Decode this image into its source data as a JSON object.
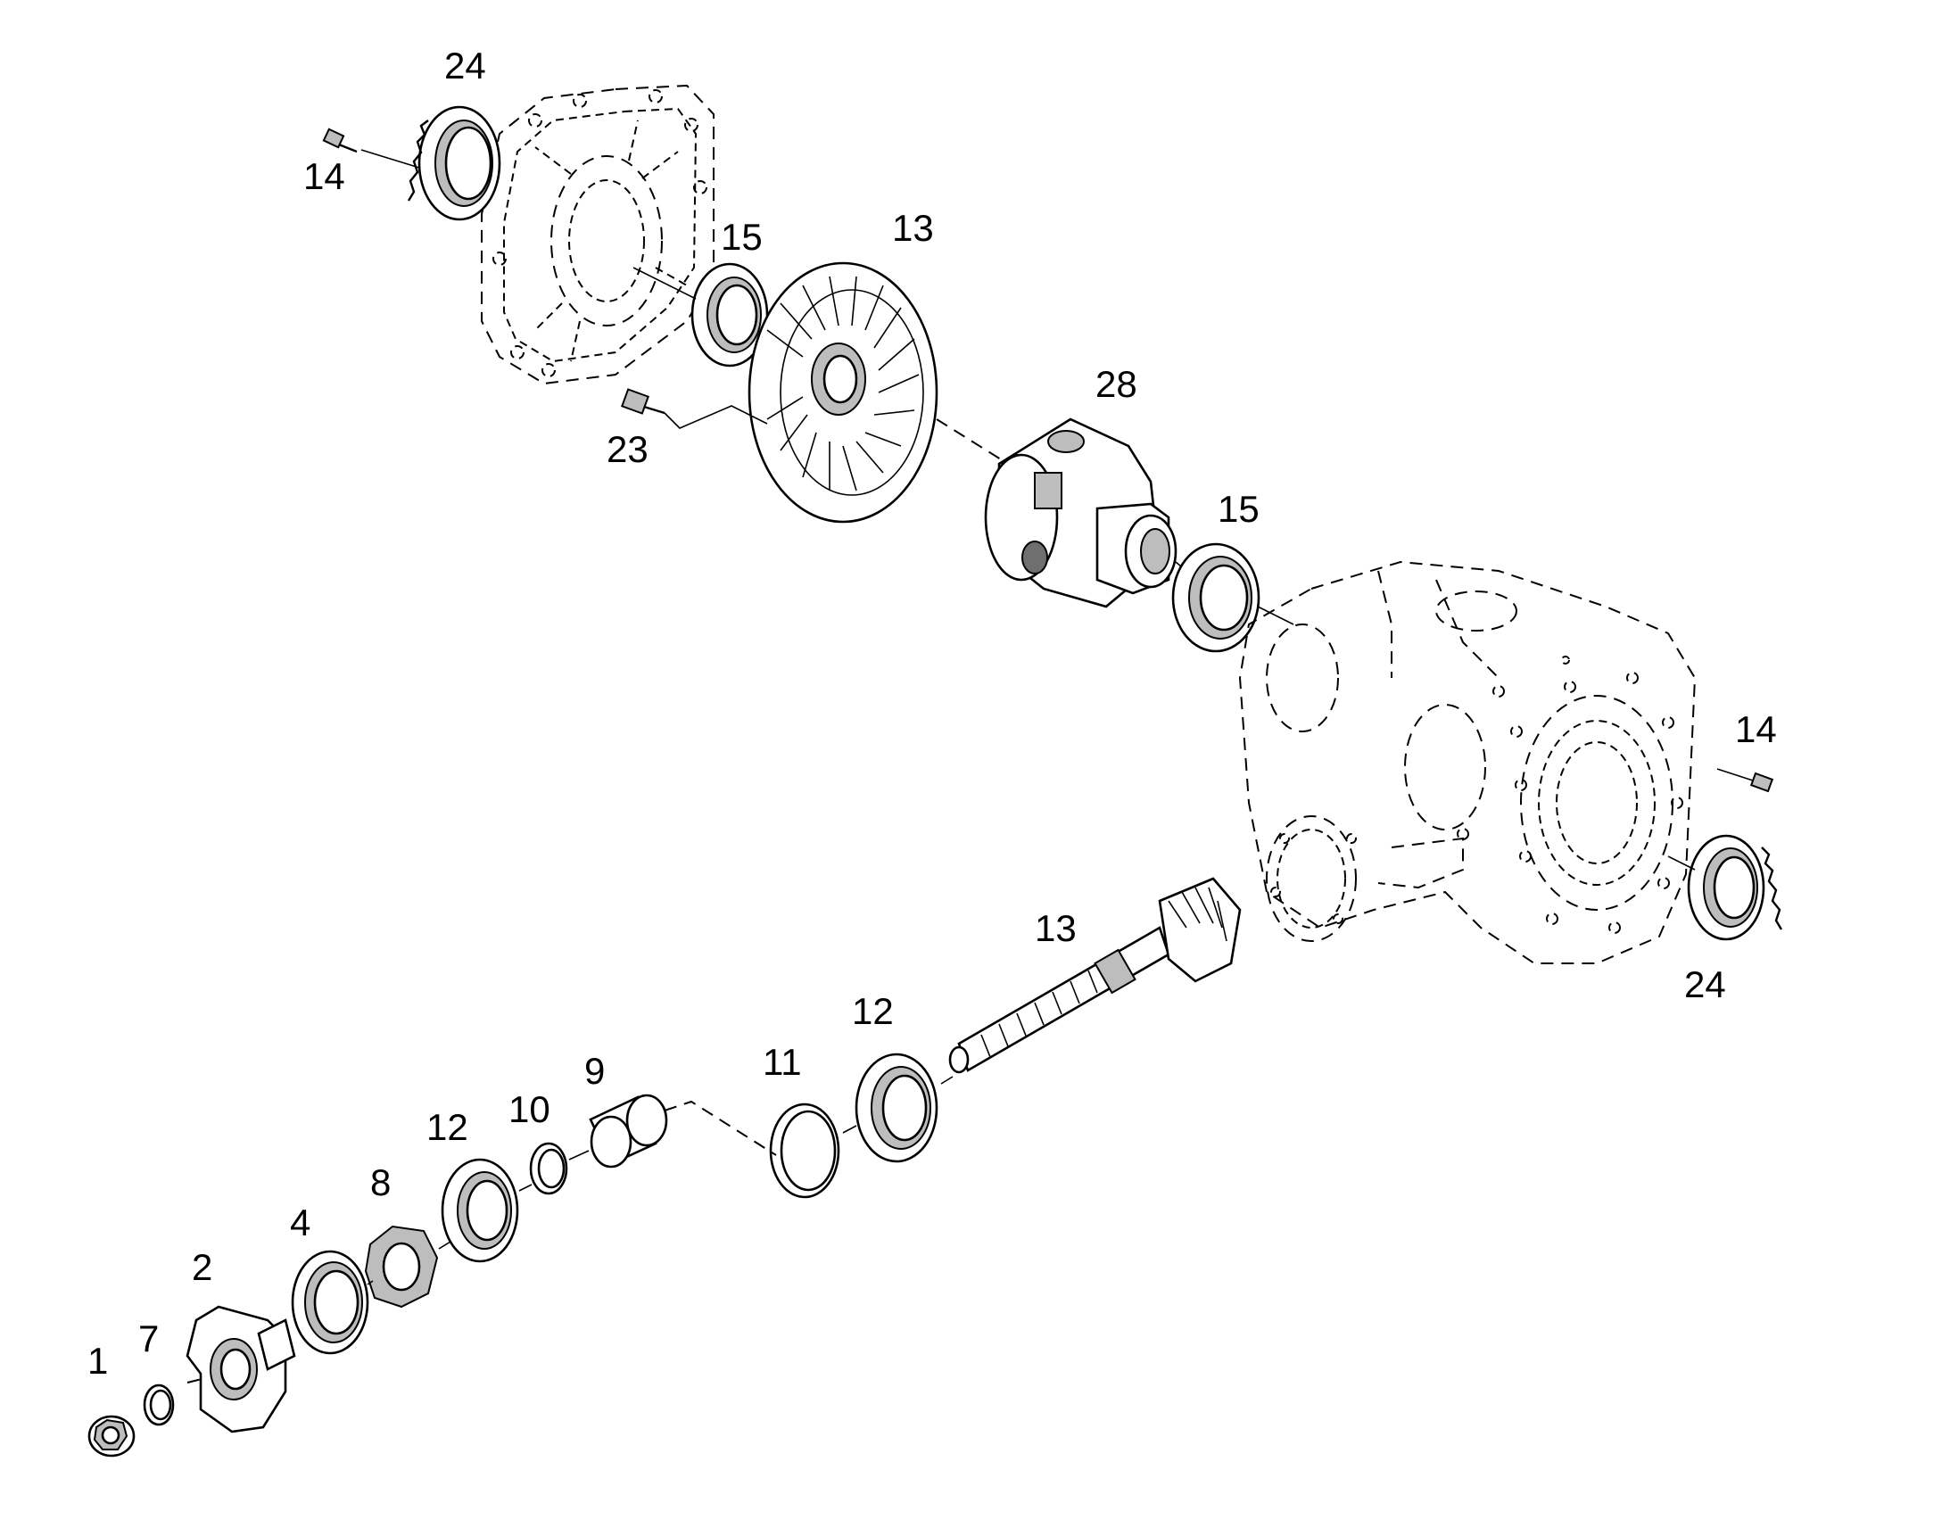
{
  "diagram": {
    "callouts": [
      {
        "id": "c24a",
        "text": "24"
      },
      {
        "id": "c14a",
        "text": "14"
      },
      {
        "id": "c15a",
        "text": "15"
      },
      {
        "id": "c13a",
        "text": "13"
      },
      {
        "id": "c23",
        "text": "23"
      },
      {
        "id": "c28",
        "text": "28"
      },
      {
        "id": "c15b",
        "text": "15"
      },
      {
        "id": "c14b",
        "text": "14"
      },
      {
        "id": "c24b",
        "text": "24"
      },
      {
        "id": "c13b",
        "text": "13"
      },
      {
        "id": "c12a",
        "text": "12"
      },
      {
        "id": "c11",
        "text": "11"
      },
      {
        "id": "c9",
        "text": "9"
      },
      {
        "id": "c10",
        "text": "10"
      },
      {
        "id": "c12b",
        "text": "12"
      },
      {
        "id": "c8",
        "text": "8"
      },
      {
        "id": "c4",
        "text": "4"
      },
      {
        "id": "c2",
        "text": "2"
      },
      {
        "id": "c7",
        "text": "7"
      },
      {
        "id": "c1",
        "text": "1"
      }
    ]
  }
}
